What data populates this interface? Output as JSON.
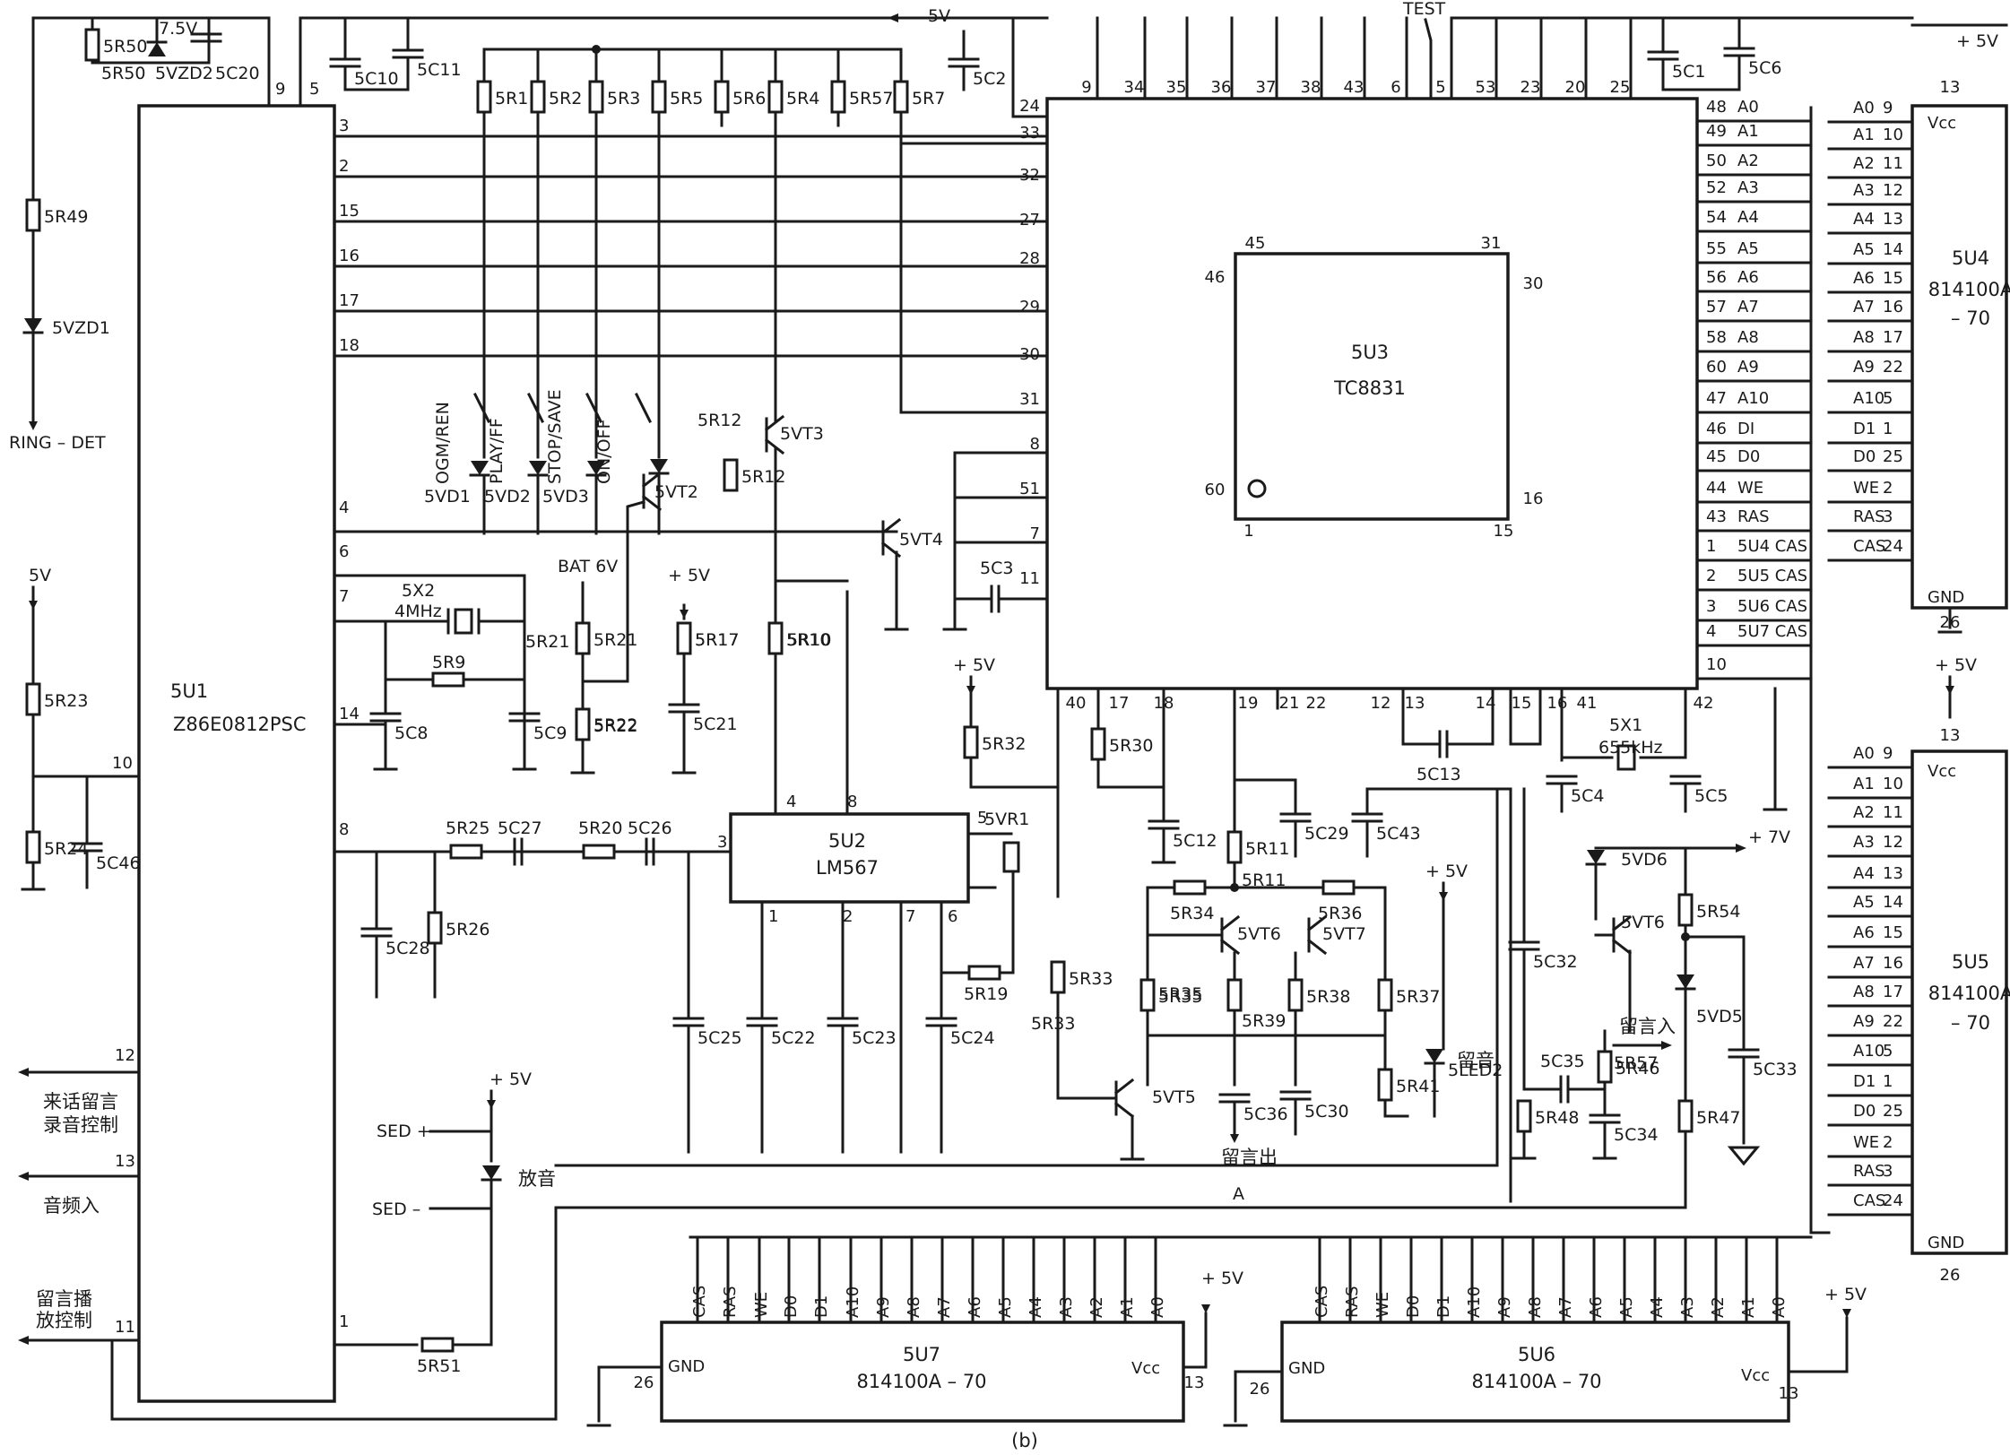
{
  "chips": {
    "u1": {
      "ref": "5U1",
      "part": "Z86E0812PSC"
    },
    "u2": {
      "ref": "5U2",
      "part": "LM567"
    },
    "u3": {
      "ref": "5U3",
      "part": "TC8831"
    },
    "u4": {
      "ref": "5U4",
      "part": "814100A",
      "suffix": "– 70"
    },
    "u5": {
      "ref": "5U5",
      "part": "814100A",
      "suffix": "– 70"
    },
    "u6": {
      "ref": "5U6",
      "part": "814100A – 70"
    },
    "u7": {
      "ref": "5U7",
      "part": "814100A – 70"
    }
  },
  "supplies": {
    "v5": "5V",
    "plus5": "+ 5V",
    "plus7": "+ 7V",
    "bat": "BAT 6V",
    "test": "TEST",
    "gnd": "GND",
    "vcc": "Vcc"
  },
  "u3_top_pins": [
    "9",
    "34",
    "35",
    "36",
    "37",
    "38",
    "43",
    "6",
    "5",
    "53",
    "23",
    "20",
    "25"
  ],
  "u3_left_pins": [
    "24",
    "33",
    "32",
    "27",
    "28",
    "29",
    "30",
    "31",
    "8",
    "51",
    "7",
    "11"
  ],
  "u3_bottom_pins": [
    "40",
    "17",
    "18",
    "19",
    "21",
    "22",
    "12",
    "13",
    "14",
    "15",
    "16",
    "41",
    "42"
  ],
  "u3_inner_pins": {
    "p45": "45",
    "p31": "31",
    "p46": "46",
    "p30": "30",
    "p60": "60",
    "p16": "16",
    "p1": "1",
    "p15": "15"
  },
  "u3_right_pins": [
    {
      "n": "48",
      "s": "A0"
    },
    {
      "n": "49",
      "s": "A1"
    },
    {
      "n": "50",
      "s": "A2"
    },
    {
      "n": "52",
      "s": "A3"
    },
    {
      "n": "54",
      "s": "A4"
    },
    {
      "n": "55",
      "s": "A5"
    },
    {
      "n": "56",
      "s": "A6"
    },
    {
      "n": "57",
      "s": "A7"
    },
    {
      "n": "58",
      "s": "A8"
    },
    {
      "n": "60",
      "s": "A9"
    },
    {
      "n": "47",
      "s": "A10"
    },
    {
      "n": "46",
      "s": "DI"
    },
    {
      "n": "45",
      "s": "D0"
    },
    {
      "n": "44",
      "s": "WE"
    },
    {
      "n": "43",
      "s": "RAS"
    },
    {
      "n": "1",
      "s": "5U4 CAS"
    },
    {
      "n": "2",
      "s": "5U5 CAS"
    },
    {
      "n": "3",
      "s": "5U6 CAS"
    },
    {
      "n": "4",
      "s": "5U7 CAS"
    },
    {
      "n": "10",
      "s": ""
    }
  ],
  "dram_pins": [
    {
      "s": "A0",
      "n": "9"
    },
    {
      "s": "A1",
      "n": "10"
    },
    {
      "s": "A2",
      "n": "11"
    },
    {
      "s": "A3",
      "n": "12"
    },
    {
      "s": "A4",
      "n": "13"
    },
    {
      "s": "A5",
      "n": "14"
    },
    {
      "s": "A6",
      "n": "15"
    },
    {
      "s": "A7",
      "n": "16"
    },
    {
      "s": "A8",
      "n": "17"
    },
    {
      "s": "A9",
      "n": "22"
    },
    {
      "s": "A10",
      "n": "5"
    },
    {
      "s": "D1",
      "n": "1"
    },
    {
      "s": "D0",
      "n": "25"
    },
    {
      "s": "WE",
      "n": "2"
    },
    {
      "s": "RAS",
      "n": "3"
    },
    {
      "s": "CAS",
      "n": "24"
    }
  ],
  "dram_power": {
    "vcc_pin": "13",
    "gnd_pin": "26"
  },
  "u1_pins": [
    "9",
    "5",
    "3",
    "2",
    "15",
    "16",
    "17",
    "18",
    "4",
    "6",
    "7",
    "14",
    "10",
    "8",
    "12",
    "13",
    "1",
    "11"
  ],
  "u2_pins": [
    "4",
    "8",
    "3",
    "5",
    "1",
    "2",
    "7",
    "6"
  ],
  "resistors": [
    "5R50",
    "5R49",
    "5R1",
    "5R2",
    "5R3",
    "5R5",
    "5R6",
    "5R4",
    "5R57",
    "5R7",
    "5R12",
    "5R21",
    "5R9",
    "5R22",
    "5R17",
    "5R10",
    "5R23",
    "5R24",
    "5R25",
    "5R26",
    "5R20",
    "5R19",
    "5R32",
    "5R30",
    "5R11",
    "5R34",
    "5R36",
    "5R35",
    "5R38",
    "5R39",
    "5R37",
    "5R41",
    "5R33",
    "5R46",
    "5R48",
    "5R54",
    "5R47",
    "5R51"
  ],
  "capacitors": [
    "5C20",
    "5C10",
    "5C11",
    "5C2",
    "5C1",
    "5C6",
    "5C3",
    "5C8",
    "5C9",
    "5C21",
    "5C46",
    "5C27",
    "5C26",
    "5C28",
    "5C25",
    "5C22",
    "5C23",
    "5C24",
    "5C12",
    "5C29",
    "5C43",
    "5C13",
    "5C4",
    "5C5",
    "5C32",
    "5C36",
    "5C30",
    "5C35",
    "5C34",
    "5C33"
  ],
  "semis": {
    "vzd2": "5VZD2",
    "vzd1": "5VZD1",
    "v75": "7.5V",
    "vd1": "5VD1",
    "vd2": "5VD2",
    "vd3": "5VD3",
    "vt2": "5VT2",
    "vt3": "5VT3",
    "vt4": "5VT4",
    "vt5": "5VT5",
    "vt6a": "5VT6",
    "vt6b": "5VT6",
    "vt7": "5VT7",
    "vd6": "5VD6",
    "vd5": "5VD5",
    "led": "5LED2",
    "vr1": "5VR1"
  },
  "crystals": {
    "x2": "5X2",
    "x2f": "4MHz",
    "x1": "5X1",
    "x1f": "655kHz"
  },
  "keys": [
    "OGM/REN",
    "PLAY/FF",
    "STOP/SAVE",
    "ON/OFF"
  ],
  "signals": {
    "ring": "RING – DET",
    "rec1": "来话留言",
    "rec2": "录音控制",
    "audio": "音频入",
    "play1": "留言播",
    "play2": "放控制",
    "sedp": "SED +",
    "sedm": "SED –",
    "fangyin": "放音",
    "liuyan": "留音",
    "lyin": "留言入",
    "lyout": "留言出",
    "a": "A",
    "fig": "(b)"
  }
}
